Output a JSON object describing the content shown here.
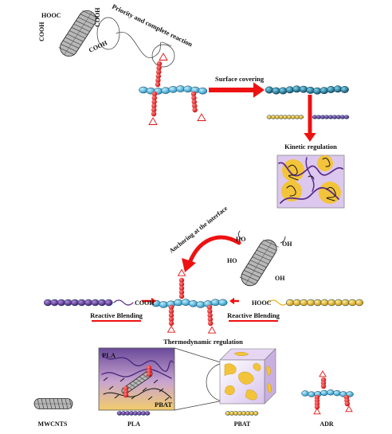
{
  "top": {
    "cooh_labels": [
      "HOOC",
      "COOH",
      "COOH",
      "COOH"
    ],
    "priority_label": "Priority and complete reaction",
    "surface_covering": "Surface covering",
    "kinetic_regulation": "Kinetic regulation"
  },
  "middle": {
    "anchoring_label": "Anchoring at the interface",
    "ho_labels": [
      "HO",
      "HO",
      "OH",
      "OH"
    ],
    "pla_end": "COOH",
    "pbat_end": "HOOC",
    "reactive_blending_left": "Reactive Blending",
    "reactive_blending_right": "Reactive Blending",
    "thermodynamic_regulation": "Thermodynamic regulation",
    "inset_pla": "PLA",
    "inset_pbat": "PBAT"
  },
  "legend": {
    "mwcnts": "MWCNTS",
    "pla": "PLA",
    "pbat": "PBAT",
    "adr": "ADR"
  },
  "colors": {
    "adr_blue": "#3db4dc",
    "adr_red": "#e01515",
    "pla_purple": "#5a2d8e",
    "pbat_yellow": "#e8b41a",
    "arrow_red": "#ee1111",
    "box_lavender": "#dcc8ee"
  }
}
